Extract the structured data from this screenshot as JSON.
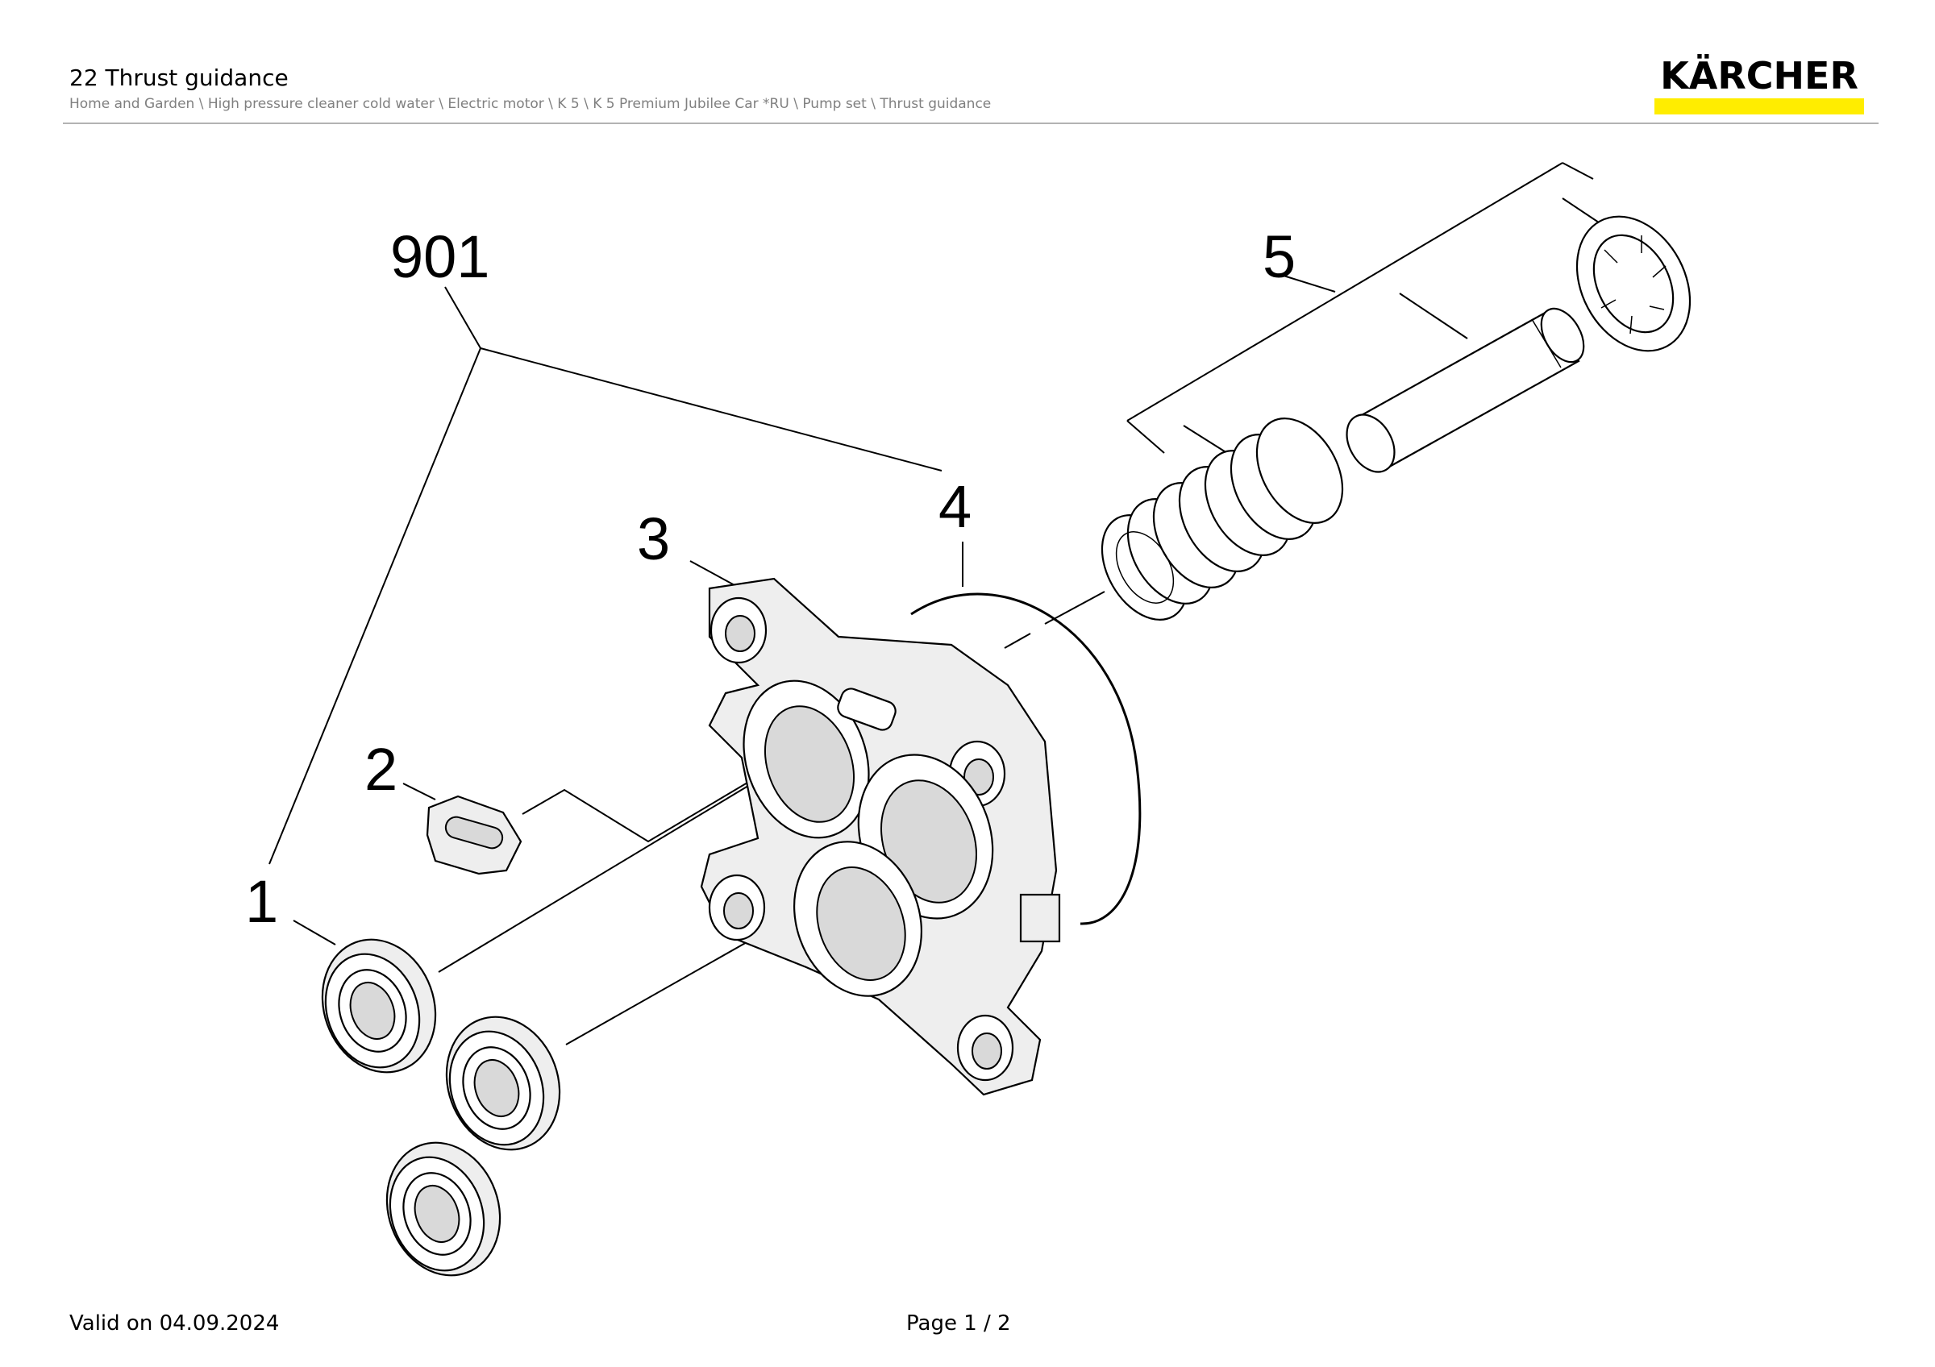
{
  "header": {
    "title": "22 Thrust guidance",
    "breadcrumb": "Home and Garden \\ High pressure cleaner cold water \\ Electric motor \\ K 5 \\ K 5 Premium Jubilee Car *RU \\ Pump set \\ Thrust guidance"
  },
  "logo": {
    "text": "KÄRCHER",
    "bar_color": "#ffed00"
  },
  "diagram": {
    "callouts": {
      "c901": "901",
      "c1": "1",
      "c2": "2",
      "c3": "3",
      "c4": "4",
      "c5": "5"
    }
  },
  "footer": {
    "valid": "Valid on 04.09.2024",
    "page": "Page 1 / 2"
  }
}
